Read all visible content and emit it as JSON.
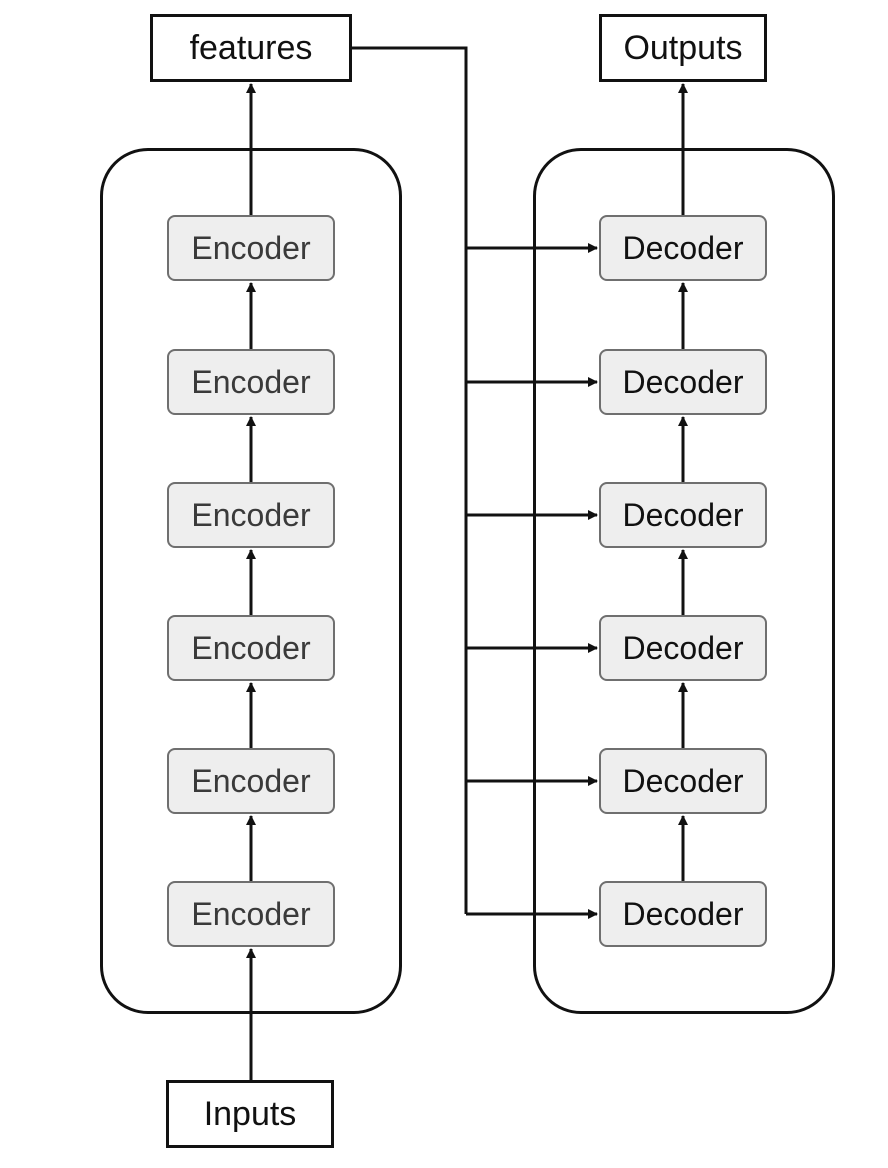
{
  "diagram": {
    "features_label": "features",
    "outputs_label": "Outputs",
    "inputs_label": "Inputs",
    "encoders": [
      "Encoder",
      "Encoder",
      "Encoder",
      "Encoder",
      "Encoder",
      "Encoder"
    ],
    "decoders": [
      "Decoder",
      "Decoder",
      "Decoder",
      "Decoder",
      "Decoder",
      "Decoder"
    ]
  }
}
